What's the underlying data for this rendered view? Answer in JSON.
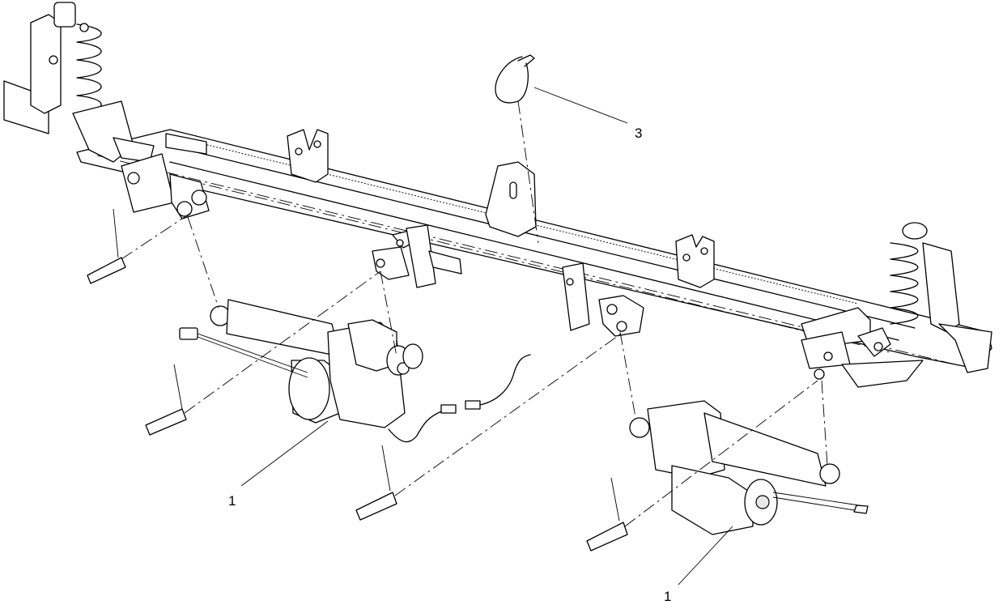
{
  "callouts": [
    {
      "label": "3"
    },
    {
      "label": "1"
    },
    {
      "label": "1"
    }
  ]
}
